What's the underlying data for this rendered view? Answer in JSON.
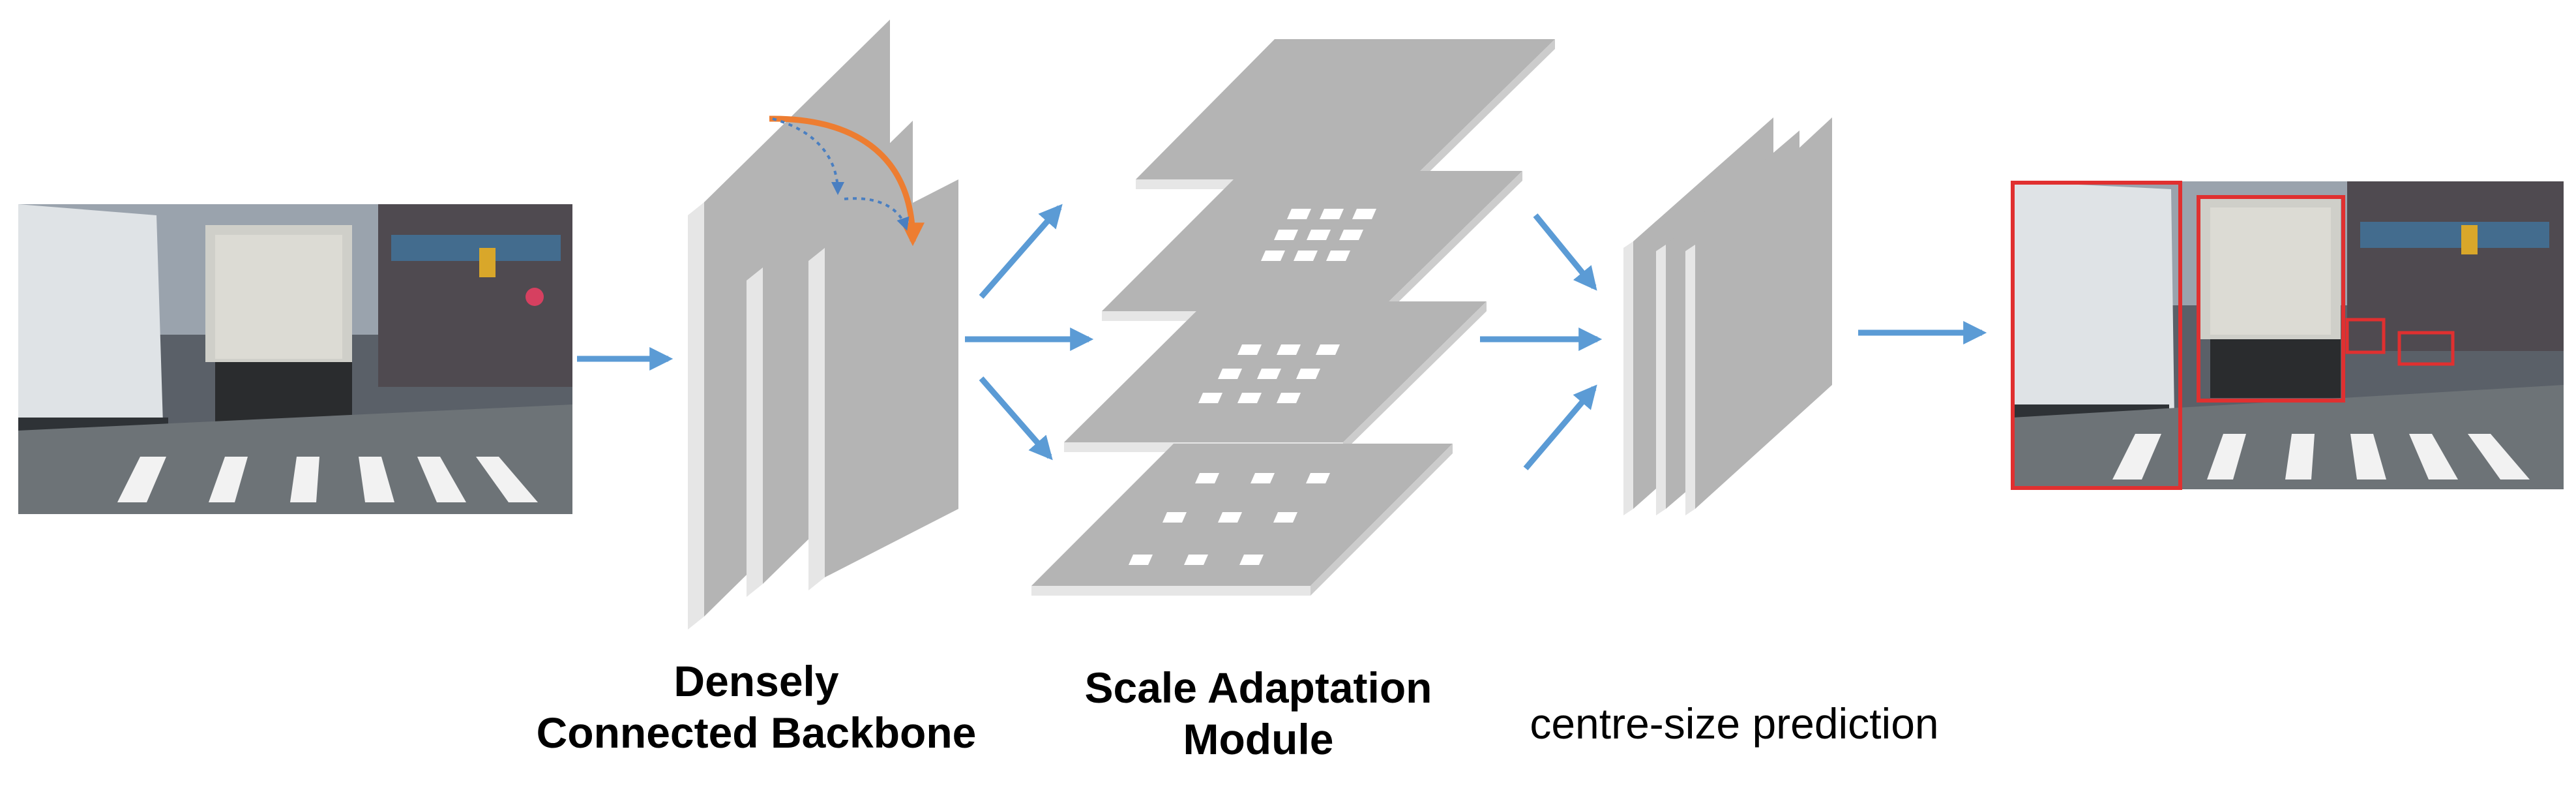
{
  "labels": {
    "backbone_line1": "Densely",
    "backbone_line2": "Connected Backbone",
    "sam_line1": "Scale Adaptation",
    "sam_line2": "Module",
    "prediction": "centre-size prediction"
  },
  "colors": {
    "arrow": "#5b9bd5",
    "dense_arc": "#ed7d31",
    "dense_dotted": "#4a7fc1",
    "plane_face": "#b4b4b4",
    "plane_edge": "#e6e6e6",
    "box_red": "#e03030"
  },
  "icons": {
    "input_image": "street-scene-photo",
    "output_image": "street-scene-detections-photo"
  },
  "sam_layers": [
    {
      "holes_rows": 0,
      "holes_cols": 0
    },
    {
      "holes_rows": 3,
      "holes_cols": 3
    },
    {
      "holes_rows": 3,
      "holes_cols": 3
    },
    {
      "holes_rows": 3,
      "holes_cols": 3
    }
  ]
}
